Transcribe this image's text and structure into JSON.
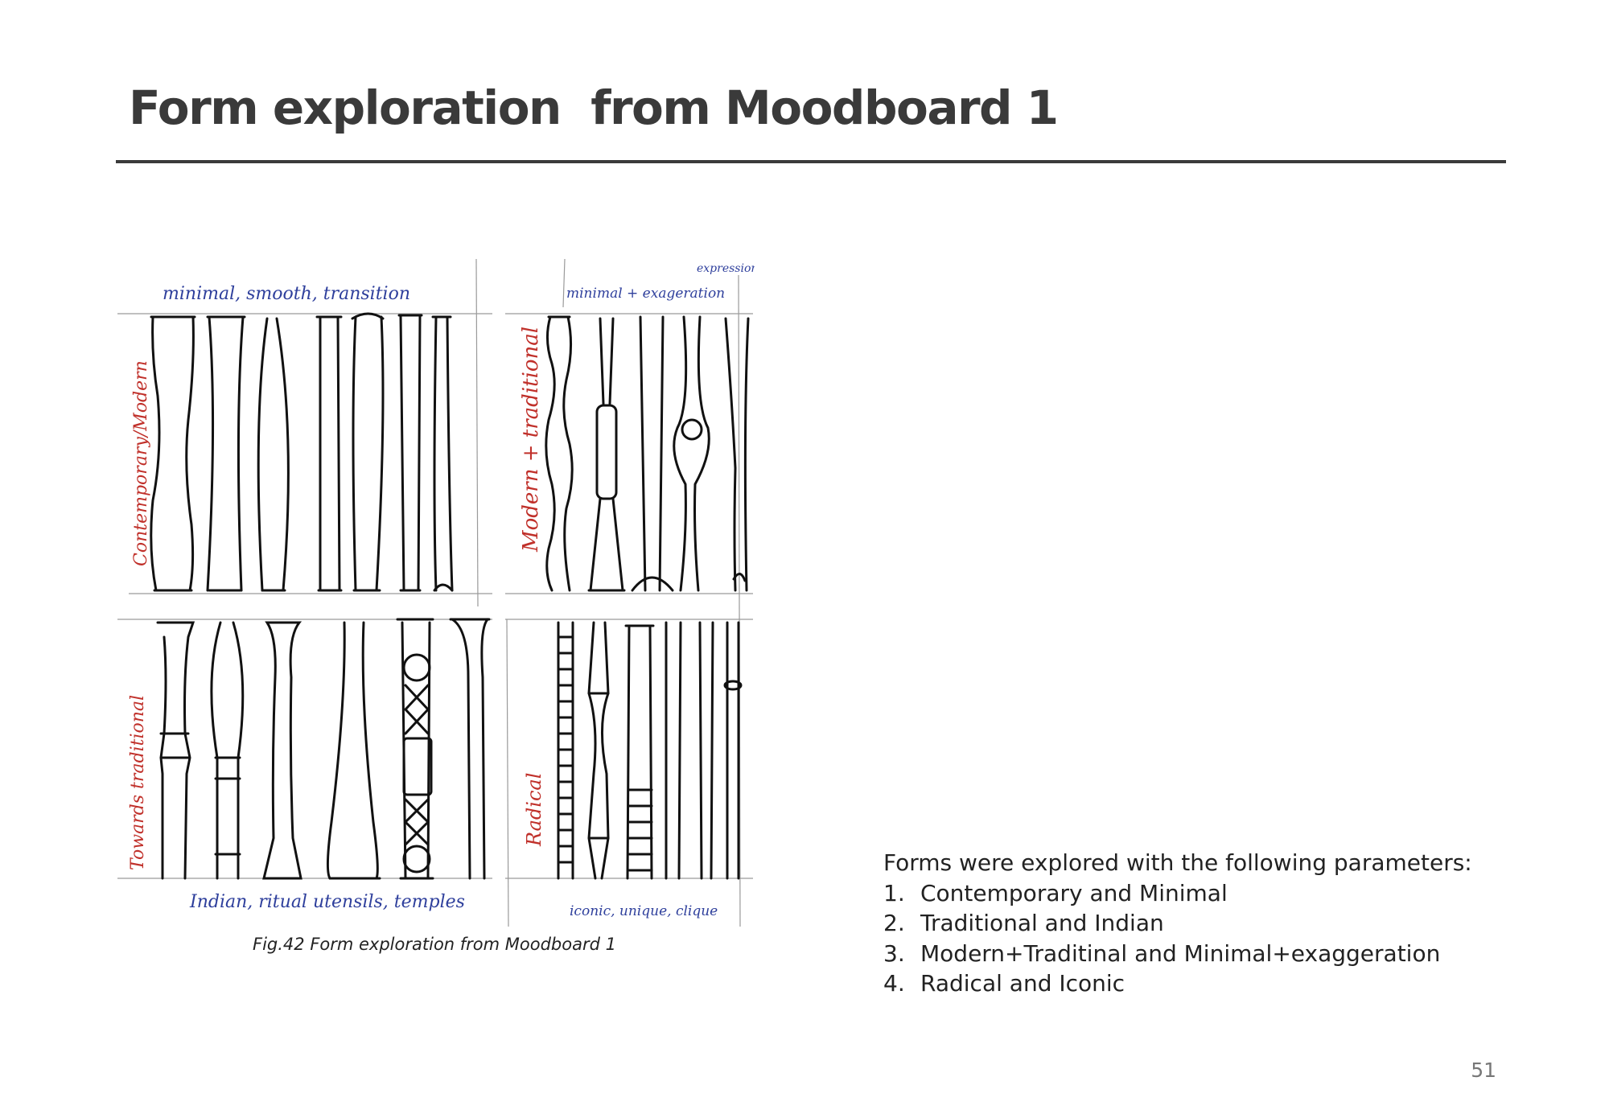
{
  "title": "Form exploration  from Moodboard 1",
  "figure": {
    "caption": "Fig.42 Form exploration  from Moodboard 1",
    "handwritten": {
      "top_left": "minimal, smooth, transition",
      "top_right": "minimal + exageration",
      "top_right_note": "expression",
      "side_top_left": "Contemporary/Modern",
      "side_top_right": "Modern + traditional",
      "side_bottom_left": "Towards traditional",
      "side_bottom_right": "Radical",
      "bottom_left": "Indian, ritual utensils, temples",
      "bottom_right": "iconic, unique, clique"
    },
    "colors": {
      "blue_ink": "#2e3f9c",
      "red_ink": "#c0302a",
      "pencil": "#1a1a1a"
    }
  },
  "notes": {
    "intro": "Forms were explored with the following parameters:",
    "items": [
      {
        "num": "1.",
        "text": "Contemporary and Minimal"
      },
      {
        "num": "2.",
        "text": "Traditional and Indian"
      },
      {
        "num": "3.",
        "text": "Modern+Traditinal and Minimal+exaggeration"
      },
      {
        "num": "4.",
        "text": "Radical and Iconic"
      }
    ]
  },
  "page_number": "51"
}
